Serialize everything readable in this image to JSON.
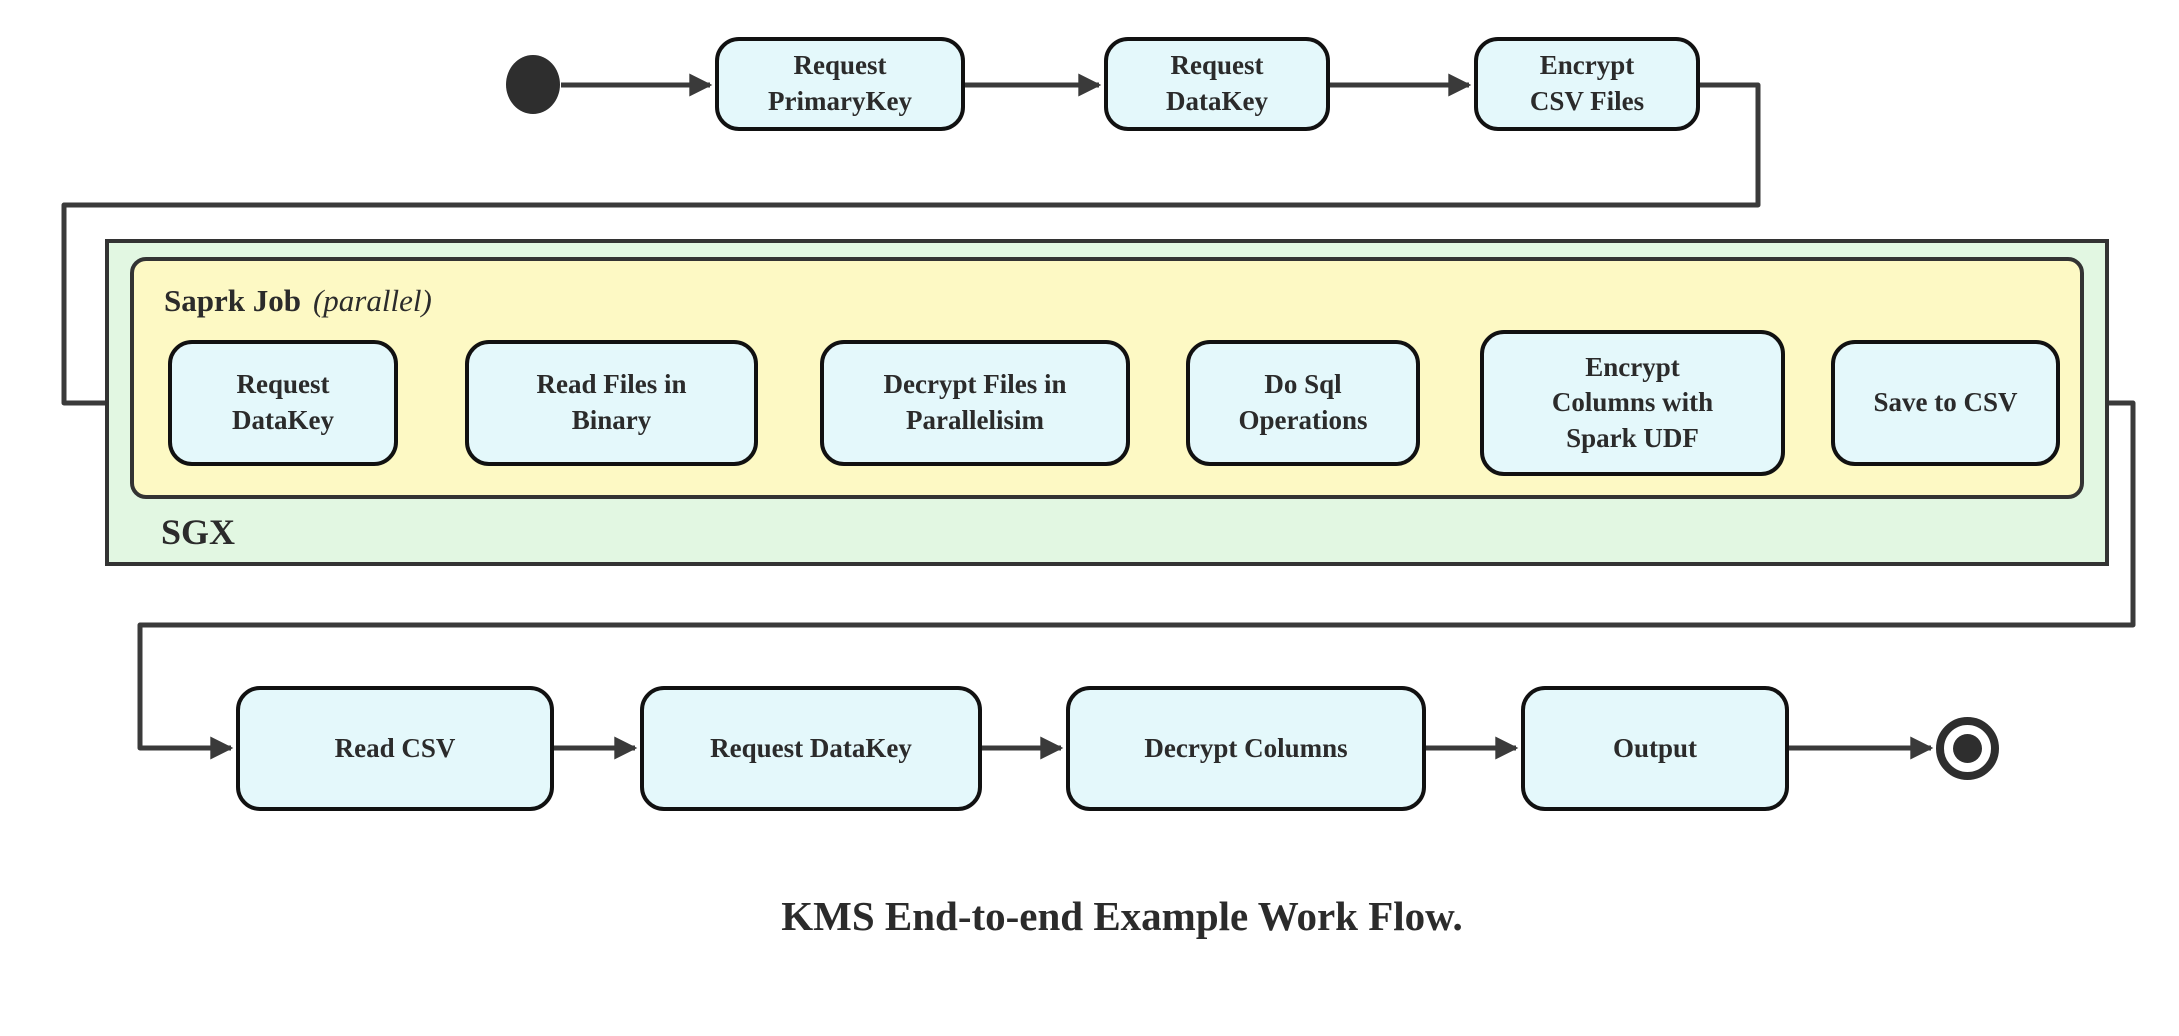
{
  "diagram": {
    "caption": "KMS End-to-end Example Work Flow.",
    "colors": {
      "node-fill": "#e4f8fb",
      "node-border": "#111111",
      "spark-fill": "#fdf9c4",
      "sgx-fill": "#e2f7e2",
      "container-border": "#333333",
      "edge-color": "#3a3a3a",
      "text-color": "#2b2b2b"
    },
    "start_marker": "initial-state",
    "end_marker": "final-state",
    "top_flow": [
      {
        "id": "request-primarykey",
        "label": "Request\nPrimaryKey"
      },
      {
        "id": "request-datakey",
        "label": "Request\nDataKey"
      },
      {
        "id": "encrypt-csv-files",
        "label": "Encrypt\nCSV Files"
      }
    ],
    "sgx_container": {
      "label": "SGX",
      "spark_container": {
        "label_bold": "Saprk Job",
        "label_italic": "(parallel)",
        "nodes": [
          {
            "id": "request-datakey-sgx",
            "label": "Request\nDataKey"
          },
          {
            "id": "read-files-in-binary",
            "label": "Read Files in\nBinary"
          },
          {
            "id": "decrypt-files-in-parallelisim",
            "label": "Decrypt Files in\nParallelisim"
          },
          {
            "id": "do-sql-operations",
            "label": "Do Sql\nOperations"
          },
          {
            "id": "encrypt-columns-with-spark-udf",
            "label": "Encrypt\nColumns with\nSpark UDF"
          },
          {
            "id": "save-to-csv",
            "label": "Save to CSV"
          }
        ]
      }
    },
    "bottom_flow": [
      {
        "id": "read-csv",
        "label": "Read CSV"
      },
      {
        "id": "request-datakey-client",
        "label": "Request DataKey"
      },
      {
        "id": "decrypt-columns",
        "label": "Decrypt Columns"
      },
      {
        "id": "output",
        "label": "Output"
      }
    ]
  }
}
